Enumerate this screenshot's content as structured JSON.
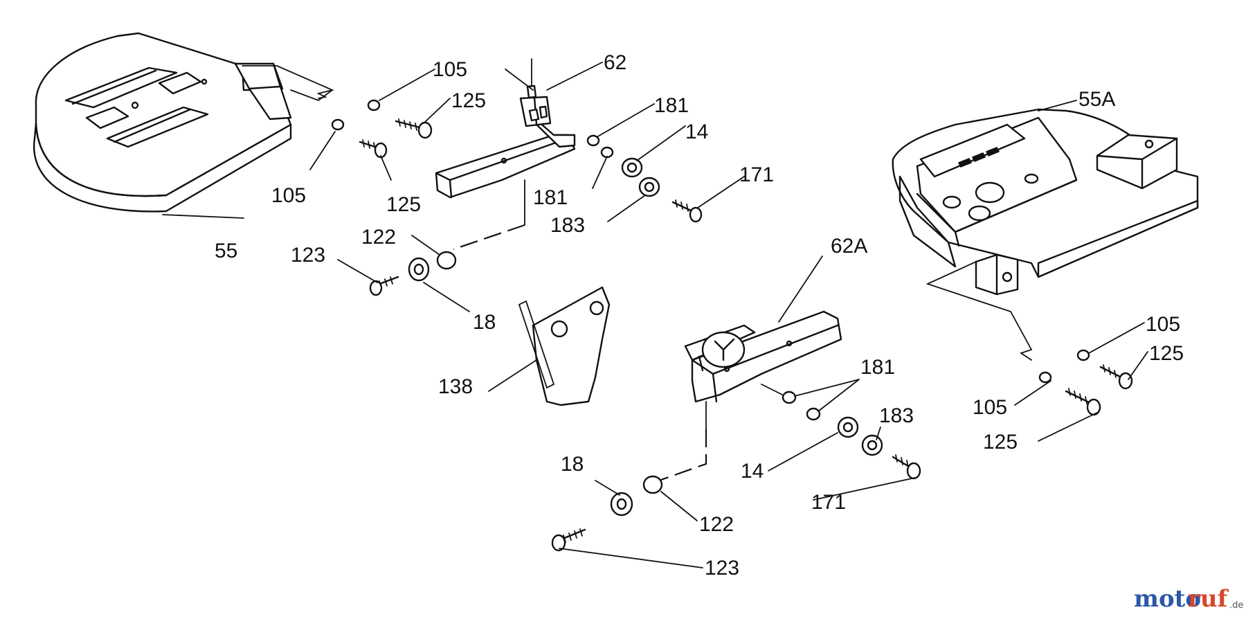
{
  "diagram": {
    "labels": [
      {
        "id": "l55",
        "text": "55"
      },
      {
        "id": "l105a",
        "text": "105"
      },
      {
        "id": "l125a",
        "text": "125"
      },
      {
        "id": "l105b",
        "text": "105"
      },
      {
        "id": "l125b",
        "text": "125"
      },
      {
        "id": "l62",
        "text": "62"
      },
      {
        "id": "l181a",
        "text": "181"
      },
      {
        "id": "l14a",
        "text": "14"
      },
      {
        "id": "l181b",
        "text": "181"
      },
      {
        "id": "l171a",
        "text": "171"
      },
      {
        "id": "l183a",
        "text": "183"
      },
      {
        "id": "l122a",
        "text": "122"
      },
      {
        "id": "l123a",
        "text": "123"
      },
      {
        "id": "l18a",
        "text": "18"
      },
      {
        "id": "l138",
        "text": "138"
      },
      {
        "id": "l55a",
        "text": "55A"
      },
      {
        "id": "l62a",
        "text": "62A"
      },
      {
        "id": "l181c",
        "text": "181"
      },
      {
        "id": "l183b",
        "text": "183"
      },
      {
        "id": "l14b",
        "text": "14"
      },
      {
        "id": "l171b",
        "text": "171"
      },
      {
        "id": "l18b",
        "text": "18"
      },
      {
        "id": "l122b",
        "text": "122"
      },
      {
        "id": "l123b",
        "text": "123"
      },
      {
        "id": "l105c",
        "text": "105"
      },
      {
        "id": "l125c",
        "text": "125"
      },
      {
        "id": "l105d",
        "text": "105"
      },
      {
        "id": "l125d",
        "text": "125"
      }
    ]
  },
  "watermark": {
    "part1": "moto",
    "part2": "ruf",
    "suffix": ".de"
  }
}
